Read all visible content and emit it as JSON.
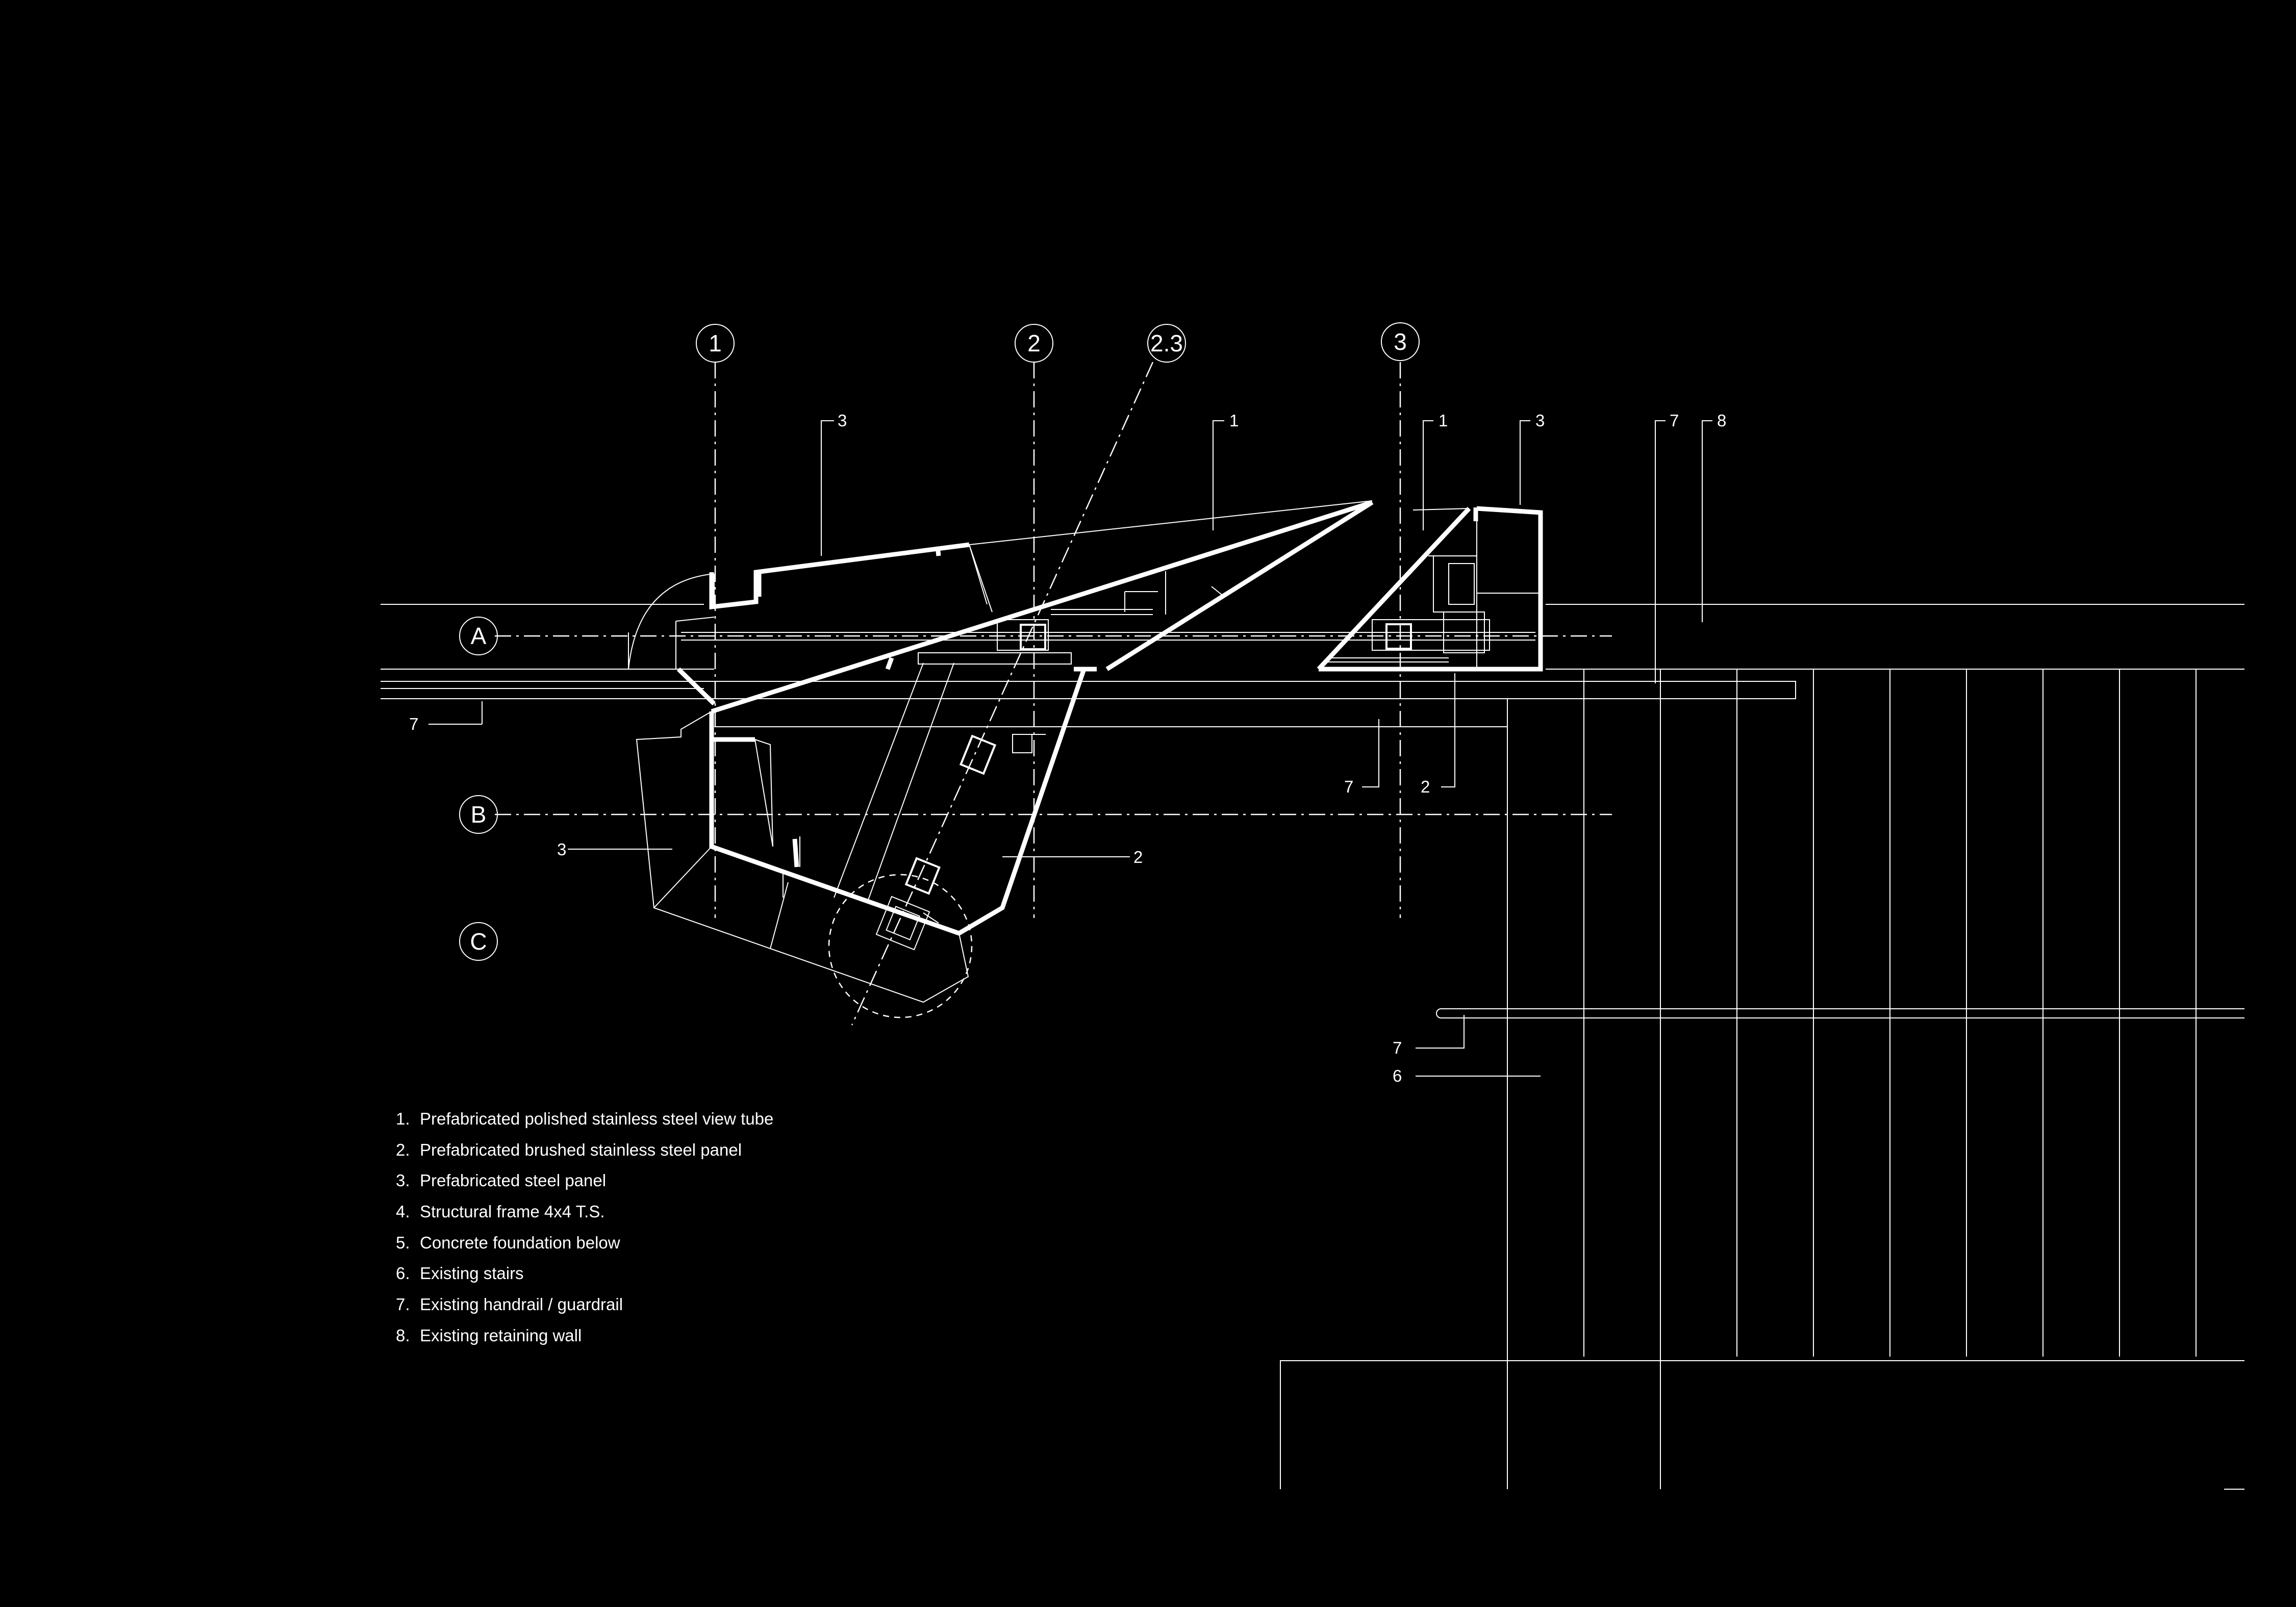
{
  "grid": {
    "columns": [
      "1",
      "2",
      "2.3",
      "3"
    ],
    "rows": [
      "A",
      "B",
      "C"
    ]
  },
  "callouts": {
    "c1_left": "3",
    "c2_top": "1",
    "c3_top": "1",
    "c4_top": "3",
    "c5_top": "7",
    "c6_top": "8",
    "c7_left": "7",
    "c8_mid": "3",
    "c9_mid": "2",
    "c10_mid": "7",
    "c11_mid": "2",
    "c12_low": "7",
    "c13_low": "6"
  },
  "legend": [
    {
      "num": "1.",
      "text": "Prefabricated polished stainless steel view tube"
    },
    {
      "num": "2.",
      "text": "Prefabricated brushed stainless steel panel"
    },
    {
      "num": "3.",
      "text": "Prefabricated steel panel"
    },
    {
      "num": "4.",
      "text": "Structural frame 4x4 T.S."
    },
    {
      "num": "5.",
      "text": "Concrete foundation below"
    },
    {
      "num": "6.",
      "text": "Existing stairs"
    },
    {
      "num": "7.",
      "text": "Existing handrail / guardrail"
    },
    {
      "num": "8.",
      "text": "Existing retaining wall"
    }
  ],
  "colors": {
    "background": "#000000",
    "line": "#ffffff"
  }
}
